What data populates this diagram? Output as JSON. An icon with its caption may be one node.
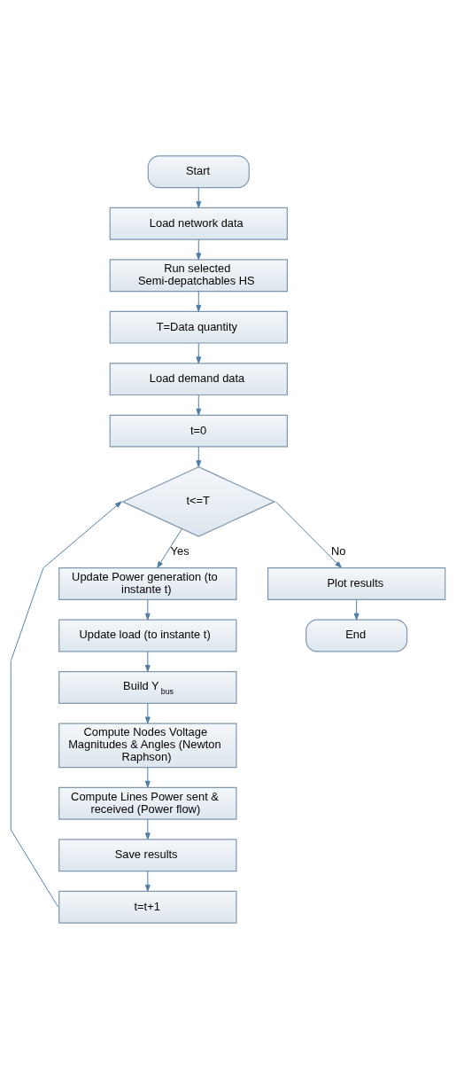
{
  "diagram": {
    "nodes": [
      {
        "text": [
          "Start"
        ]
      },
      {
        "text": [
          "Load network data"
        ]
      },
      {
        "text": [
          "Run selected Semi-depatchables HS"
        ]
      },
      {
        "text": [
          "T=Data quantity"
        ]
      },
      {
        "text": [
          "Load demand data"
        ]
      },
      {
        "text": [
          "t=0"
        ]
      },
      {
        "text": [
          "t<=T"
        ]
      },
      {
        "text": [
          "Update Power generation (to instante t)"
        ]
      },
      {
        "text": [
          "Update load (to instante t)"
        ]
      },
      {
        "text": [
          "Build Y$_{bus}$"
        ]
      },
      {
        "text": [
          "Compute Nodes Voltage Magnitudes & Angles (Newton Raphson)"
        ]
      },
      {
        "text": [
          "Compute Lines Power sent & received (Power flow)"
        ]
      },
      {
        "text": [
          "Save results"
        ]
      },
      {
        "text": [
          "t=t+1"
        ]
      },
      {
        "text": [
          "Plot results"
        ]
      },
      {
        "text": [
          "End"
        ]
      }
    ],
    "edges": [
      {
        "from": 0,
        "to": 1,
        "arrow": "to"
      },
      {
        "from": 1,
        "to": 2,
        "arrow": "to"
      },
      {
        "from": 2,
        "to": 3,
        "arrow": "to"
      },
      {
        "from": 3,
        "to": 4,
        "arrow": "to"
      },
      {
        "from": 4,
        "to": 5,
        "arrow": "to"
      },
      {
        "from": 5,
        "to": 6,
        "arrow": "to"
      },
      {
        "from": 6,
        "to": 7,
        "arrow": "to",
        "label": "Yes"
      },
      {
        "from": 7,
        "to": 8,
        "arrow": "to"
      },
      {
        "from": 8,
        "to": 9,
        "arrow": "to"
      },
      {
        "from": 9,
        "to": 10,
        "arrow": "to"
      },
      {
        "from": 10,
        "to": 11,
        "arrow": "to"
      },
      {
        "from": 11,
        "to": 12,
        "arrow": "to"
      },
      {
        "from": 12,
        "to": 13,
        "arrow": "to"
      },
      {
        "from": 13,
        "to": 6,
        "arrow": "to"
      },
      {
        "from": 6,
        "to": 14,
        "arrow": "to",
        "label": "No"
      },
      {
        "from": 14,
        "to": 15,
        "arrow": "to"
      }
    ]
  }
}
